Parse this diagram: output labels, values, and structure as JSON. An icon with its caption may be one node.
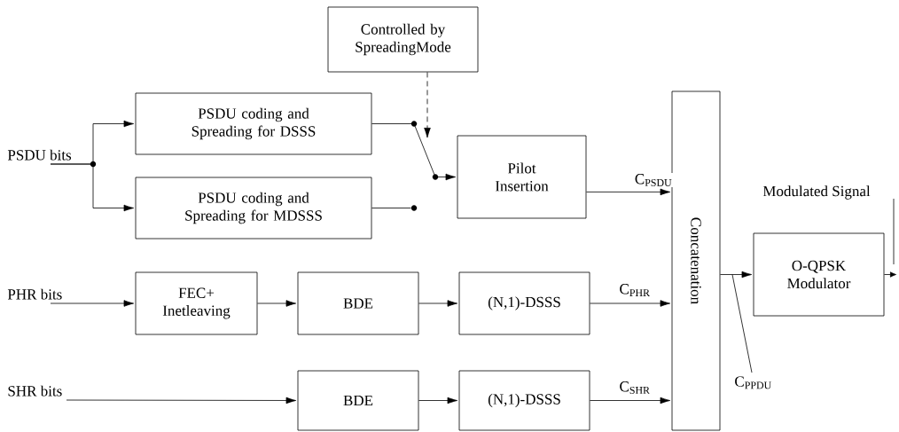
{
  "diagram": {
    "nodes": [
      {
        "text": [
          "Controlled by SpreadingMode"
        ]
      },
      {
        "text": [
          "PSDU coding and Spreading for DSSS"
        ]
      },
      {
        "text": [
          "PSDU bits"
        ]
      },
      {
        "text": [
          "PSDU coding and Spreading for MDSSS"
        ]
      },
      {
        "text": [
          "Pilot Insertion"
        ]
      },
      {
        "text": [
          "Concatenation"
        ]
      },
      {
        "text": [
          "O-QPSK Modulator"
        ]
      },
      {
        "text": [
          "PHR bits"
        ]
      },
      {
        "text": [
          "FEC+ Inetleaving"
        ]
      },
      {
        "text": [
          "BDE"
        ]
      },
      {
        "text": [
          "(N,1)-DSSS"
        ]
      },
      {
        "text": [
          "SHR bits"
        ]
      },
      {
        "text": [
          "BDE"
        ]
      },
      {
        "text": [
          "(N,1)-DSSS"
        ]
      },
      {
        "text": [
          "C$_{PPDU}$"
        ]
      },
      {
        "text": [],
        "shape": "circle"
      }
    ],
    "edges": [
      {
        "from": 0,
        "to": null,
        "arrow": "to",
        "style": "dashed"
      },
      {
        "from": 2,
        "to": 1,
        "arrow": "to"
      },
      {
        "from": 2,
        "to": 3,
        "arrow": "to"
      },
      {
        "from": 1,
        "to": 4,
        "arrow": "to"
      },
      {
        "from": 3,
        "to": 15,
        "arrow": "none"
      },
      {
        "from": 4,
        "to": 5,
        "arrow": "to",
        "label": "C$_{PSDU}$"
      },
      {
        "from": 7,
        "to": 8,
        "arrow": "to"
      },
      {
        "from": 8,
        "to": 9,
        "arrow": "to"
      },
      {
        "from": 9,
        "to": 10,
        "arrow": "to"
      },
      {
        "from": 10,
        "to": 5,
        "arrow": "to",
        "label": "C$_{PHR}$"
      },
      {
        "from": 11,
        "to": 12,
        "arrow": "to"
      },
      {
        "from": 12,
        "to": 13,
        "arrow": "to"
      },
      {
        "from": 13,
        "to": 5,
        "arrow": "to",
        "label": "C$_{SHR}$"
      },
      {
        "from": 5,
        "to": 6,
        "arrow": "to"
      },
      {
        "from": 6,
        "to": null,
        "arrow": "to"
      },
      {
        "from": 14,
        "to": null,
        "arrow": "none"
      }
    ],
    "labels": [
      "Modulated Signal"
    ]
  }
}
